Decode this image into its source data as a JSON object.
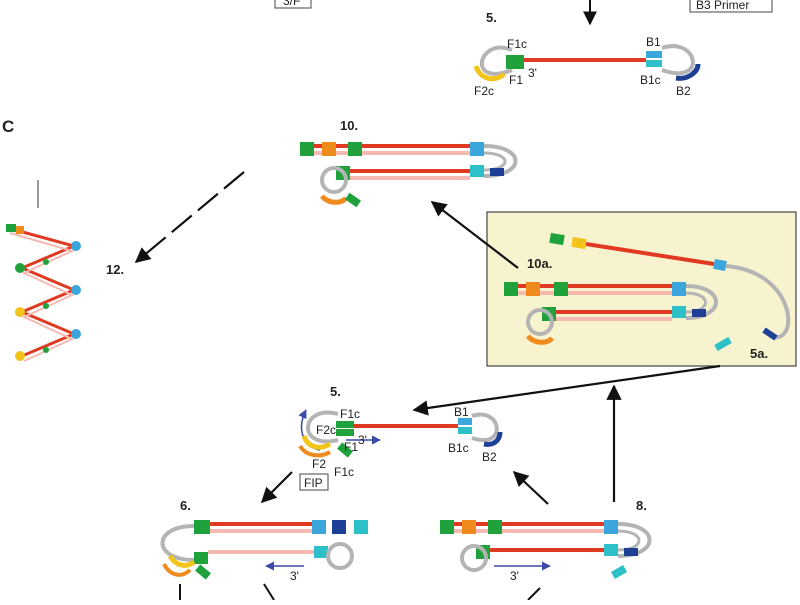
{
  "colors": {
    "strand": "#e03a22",
    "strand_light": "#f6b9b2",
    "loop": "#b4b4b4",
    "green": "#1fa23c",
    "orange": "#ef8a1c",
    "yellow": "#f2c41c",
    "light_blue": "#3aa6dc",
    "cyan": "#2ec0c8",
    "navy": "#1e3f96",
    "panel_fill": "#f8f3cf",
    "panel_border": "#444444",
    "arrow": "#111111",
    "primer_arrow": "#3b4aa8"
  },
  "labels": {
    "top_left_box": "3/F",
    "top_right_box": "B3 Primer",
    "section": "C",
    "stage_5_top": "5.",
    "stage_10": "10.",
    "stage_10a": "10a.",
    "stage_5a": "5a.",
    "stage_12": "12.",
    "stage_5_mid": "5.",
    "stage_6": "6.",
    "stage_8": "8.",
    "f1c": "F1c",
    "f1": "F1",
    "f2c": "F2c",
    "f2": "F2",
    "b1": "B1",
    "b1c": "B1c",
    "b2": "B2",
    "three_prime": "3'",
    "fip": "FIP"
  }
}
